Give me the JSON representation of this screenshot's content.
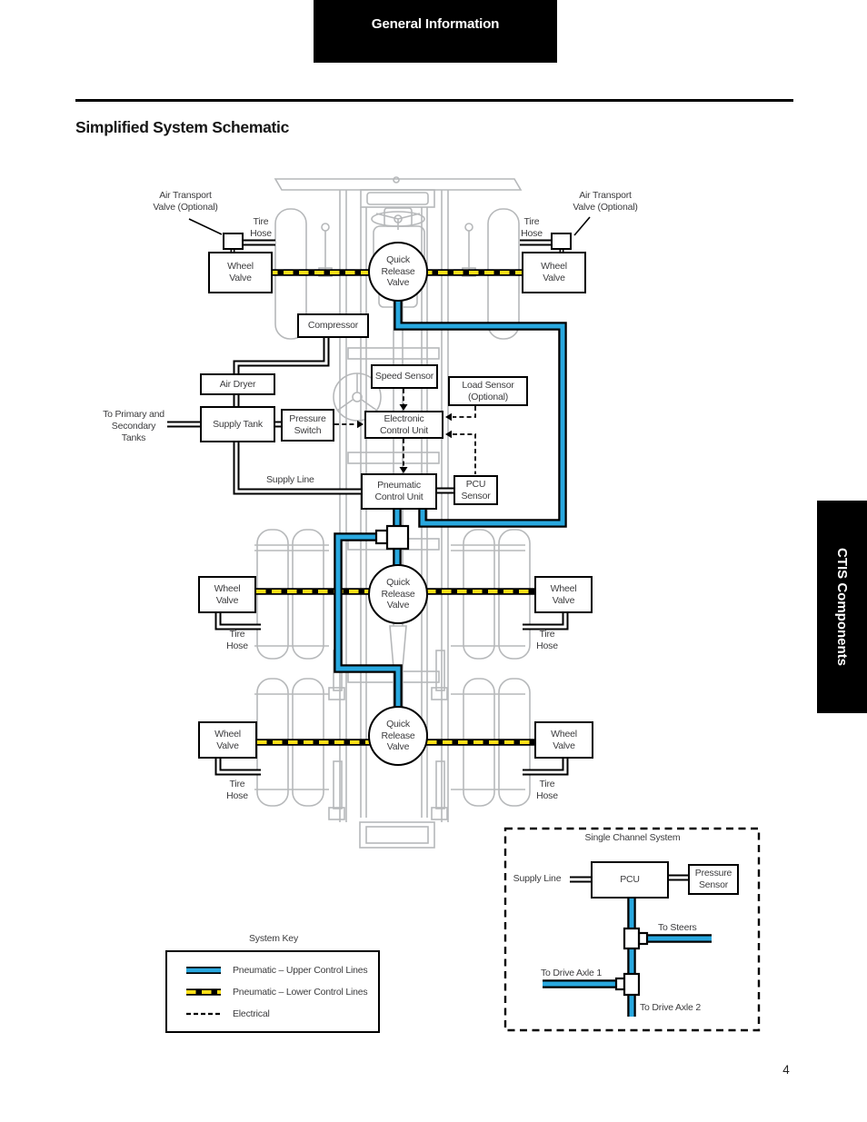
{
  "page": {
    "number": "4"
  },
  "header": {
    "section_tab": "General Information",
    "title": "Simplified System Schematic"
  },
  "side_tab": {
    "label": "CTIS Components"
  },
  "colors": {
    "pneumatic_upper": "#29A8DF",
    "pneumatic_lower_dash": "#FFDE17",
    "line_black": "#000000",
    "chassis_gray": "#b6b8ba",
    "text": "#3c3c3e"
  },
  "schematic": {
    "labels": {
      "air_transport": "Air Transport\nValve (Optional)",
      "tire_hose": "Tire\nHose",
      "wheel_valve": "Wheel\nValve",
      "quick_release_valve": "Quick\nRelease\nValve",
      "compressor": "Compressor",
      "air_dryer": "Air Dryer",
      "supply_tank": "Supply Tank",
      "pressure_switch": "Pressure\nSwitch",
      "speed_sensor": "Speed Sensor",
      "load_sensor": "Load Sensor\n(Optional)",
      "ecu": "Electronic\nControl Unit",
      "pcu": "Pneumatic\nControl Unit",
      "pcu_sensor": "PCU\nSensor",
      "supply_line": "Supply Line",
      "to_primary": "To Primary and\nSecondary\nTanks"
    }
  },
  "legend": {
    "title": "System Key",
    "items": [
      {
        "name": "pneumatic-upper-line",
        "label": "Pneumatic – Upper Control Lines"
      },
      {
        "name": "pneumatic-lower-line",
        "label": "Pneumatic – Lower Control Lines"
      },
      {
        "name": "electrical-line",
        "label": "Electrical"
      }
    ]
  },
  "inset": {
    "title": "Single Channel System",
    "supply_line": "Supply Line",
    "pcu": "PCU",
    "pressure_sensor": "Pressure\nSensor",
    "to_steers": "To Steers",
    "to_drive_axle_1": "To Drive Axle 1",
    "to_drive_axle_2": "To Drive Axle 2"
  }
}
